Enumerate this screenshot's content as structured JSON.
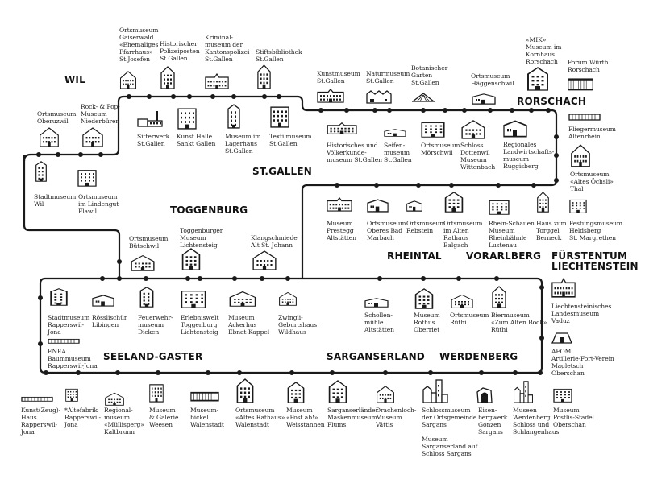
{
  "colors": {
    "line": "#1a1a1a",
    "text": "#222222",
    "background": "#ffffff"
  },
  "regions": {
    "wil": "WIL",
    "st_gallen": "ST.GALLEN",
    "toggenburg": "TOGGENBURG",
    "rorschach": "RORSCHACH",
    "rheintal": "RHEINTAL",
    "vorarlberg": "VORARLBERG",
    "liechtenstein": "FÜRSTENTUM\nLIECHTENSTEIN",
    "seeland_gaster": "SEELAND-GASTER",
    "sarganserland": "SARGANSERLAND",
    "werdenberg": "WERDENBERG"
  },
  "museums": [
    {
      "name": "Ortsmuseum\nGaiserwald\n«Ehemaliges\nPfarrhaus»\nSt.Josefen",
      "icon": "gable-house"
    },
    {
      "name": "Historischer\nPolizeiposten\nSt.Gallen",
      "icon": "tall-gable"
    },
    {
      "name": "Kriminal-\nmuseum der\nKantonspolizei\nSt.Gallen",
      "icon": "wide-building"
    },
    {
      "name": "Stiftsbibliothek\nSt.Gallen",
      "icon": "tall-gable"
    },
    {
      "name": "Sitterwerk\nSt.Gallen",
      "icon": "factory"
    },
    {
      "name": "Kunst Halle\nSankt Gallen",
      "icon": "flat-block"
    },
    {
      "name": "Museum im\nLagerhaus\nSt.Gallen",
      "icon": "tower"
    },
    {
      "name": "Textilmuseum\nSt.Gallen",
      "icon": "flat-block"
    },
    {
      "name": "Ortsmuseum\nOberuzwil",
      "icon": "gable-house"
    },
    {
      "name": "Rock- & Pop-\nMuseum\nNiederbüren",
      "icon": "gable-house"
    },
    {
      "name": "Stadtmuseum\nWil",
      "icon": "tower"
    },
    {
      "name": "Ortsmuseum\nim Lindengut\nFlawil",
      "icon": "flat-block"
    },
    {
      "name": "Kunstmuseum\nSt.Gallen",
      "icon": "wide-building"
    },
    {
      "name": "Naturmuseum\nSt.Gallen",
      "icon": "sawtooth"
    },
    {
      "name": "Botanischer\nGarten\nSt.Gallen",
      "icon": "tent"
    },
    {
      "name": "Ortsmuseum\nHäggenschwil",
      "icon": "shed"
    },
    {
      "name": "«MIK»\nMuseum im\nKornhaus\nRorschach",
      "icon": "tall-gable"
    },
    {
      "name": "Forum Würth\nRorschach",
      "icon": "strip"
    },
    {
      "name": "Historisches und\nVölkerkunde-\nmuseum St.Gallen",
      "icon": "wide-building"
    },
    {
      "name": "Seifen-\nmuseum\nSt.Gallen",
      "icon": "shed"
    },
    {
      "name": "Ortsmuseum\nMörschwil",
      "icon": "flat-block"
    },
    {
      "name": "Schloss\nDottenwil\nMuseum\nWittenbach",
      "icon": "gable-house"
    },
    {
      "name": "Regionales\nLandwirtschafts-\nmuseum\nRuggisberg",
      "icon": "shed"
    },
    {
      "name": "Fliegermuseum\nAltenrhein",
      "icon": "strip"
    },
    {
      "name": "Ortsmuseum\n«Altes Öchsli»\nThal",
      "icon": "gable-house"
    },
    {
      "name": "Museum\nPrestegg\nAltstätten",
      "icon": "wide-building"
    },
    {
      "name": "Ortsmuseum\nOberes Bad\nMarbach",
      "icon": "shed"
    },
    {
      "name": "Ortsmuseum\nRebstein",
      "icon": "shed"
    },
    {
      "name": "Ortsmuseum\nim Alten\nRathaus\nBalgach",
      "icon": "tall-gable"
    },
    {
      "name": "Rhein-Schauen\nMuseum\nRheinbähnle\nLustenau",
      "icon": "flat-block"
    },
    {
      "name": "Haus zum\nTorggel\nBerneck",
      "icon": "tall-gable"
    },
    {
      "name": "Festungsmuseum\nHeldsberg\nSt. Margrethen",
      "icon": "flat-block"
    },
    {
      "name": "Liechtensteinisches\nLandesmuseum\nVaduz",
      "icon": "wide-building"
    },
    {
      "name": "AFOM\nArtillerie-Fort-Verein\nMagletsch\nOberschan",
      "icon": "bunker"
    },
    {
      "name": "Ortsmuseum\nBütschwil",
      "icon": "gable-house"
    },
    {
      "name": "Toggenburger\nMuseum\nLichtensteig",
      "icon": "tall-gable"
    },
    {
      "name": "Klangschmiede\nAlt St. Johann",
      "icon": "gable-house"
    },
    {
      "name": "Stadtmuseum\nRapperswil-\nJona",
      "icon": "tower"
    },
    {
      "name": "Rösslischür\nLibingen",
      "icon": "shed"
    },
    {
      "name": "Feuerwehr-\nmuseum\nDicken",
      "icon": "tower"
    },
    {
      "name": "Erlebniswelt\nToggenburg\nLichtensteig",
      "icon": "flat-block"
    },
    {
      "name": "Museum\nAckerhus\nEbnat-Kappel",
      "icon": "gable-house"
    },
    {
      "name": "Zwingli-\nGeburtshaus\nWildhaus",
      "icon": "gable-house"
    },
    {
      "name": "ENEA\nBaummuseum\nRapperswil-Jona",
      "icon": "strip"
    },
    {
      "name": "Schollen-\nmühle\nAltstätten",
      "icon": "shed"
    },
    {
      "name": "Museum\nRothus\nOberriet",
      "icon": "tall-gable"
    },
    {
      "name": "Ortsmuseum\nRüthi",
      "icon": "gable-house"
    },
    {
      "name": "Biermuseum\n«Zum Alten Bock»\nRüthi",
      "icon": "tall-gable"
    },
    {
      "name": "Kunst(Zeug)-\nHaus\nRapperswil-\nJona",
      "icon": "strip"
    },
    {
      "name": "*Altefabrik\nRapperswil-\nJona",
      "icon": "flat-block"
    },
    {
      "name": "Regional-\nmuseum\n«Müllisperg»\nKaltbrunn",
      "icon": "gable-house"
    },
    {
      "name": "Museum\n& Galerie\nWeesen",
      "icon": "flat-block"
    },
    {
      "name": "Museum-\nbickel\nWalenstadt",
      "icon": "strip"
    },
    {
      "name": "Ortsmuseum\n«Altes Rathaus»\nWalenstadt",
      "icon": "tall-gable"
    },
    {
      "name": "Museum\n«Post ab!»\nWeisstannen",
      "icon": "tall-gable"
    },
    {
      "name": "Sarganserländer\nMaskenmuseum\nFlums",
      "icon": "tall-gable"
    },
    {
      "name": "Drachenloch-\nMuseum\nVättis",
      "icon": "gable-house"
    },
    {
      "name": "Schlossmuseum\nder Ortsgemeinde\nSargans",
      "icon": "castle"
    },
    {
      "name": "Museum\nSarganserland auf\nSchloss Sargans",
      "icon": ""
    },
    {
      "name": "Eisen-\nbergwerk\nGonzen\nSargans",
      "icon": "cave"
    },
    {
      "name": "Museen\nWerdenberg\nSchloss und\nSchlangenhaus",
      "icon": "castle"
    },
    {
      "name": "Museum\nPostlis-Stadel\nOberschan",
      "icon": "flat-block"
    }
  ]
}
